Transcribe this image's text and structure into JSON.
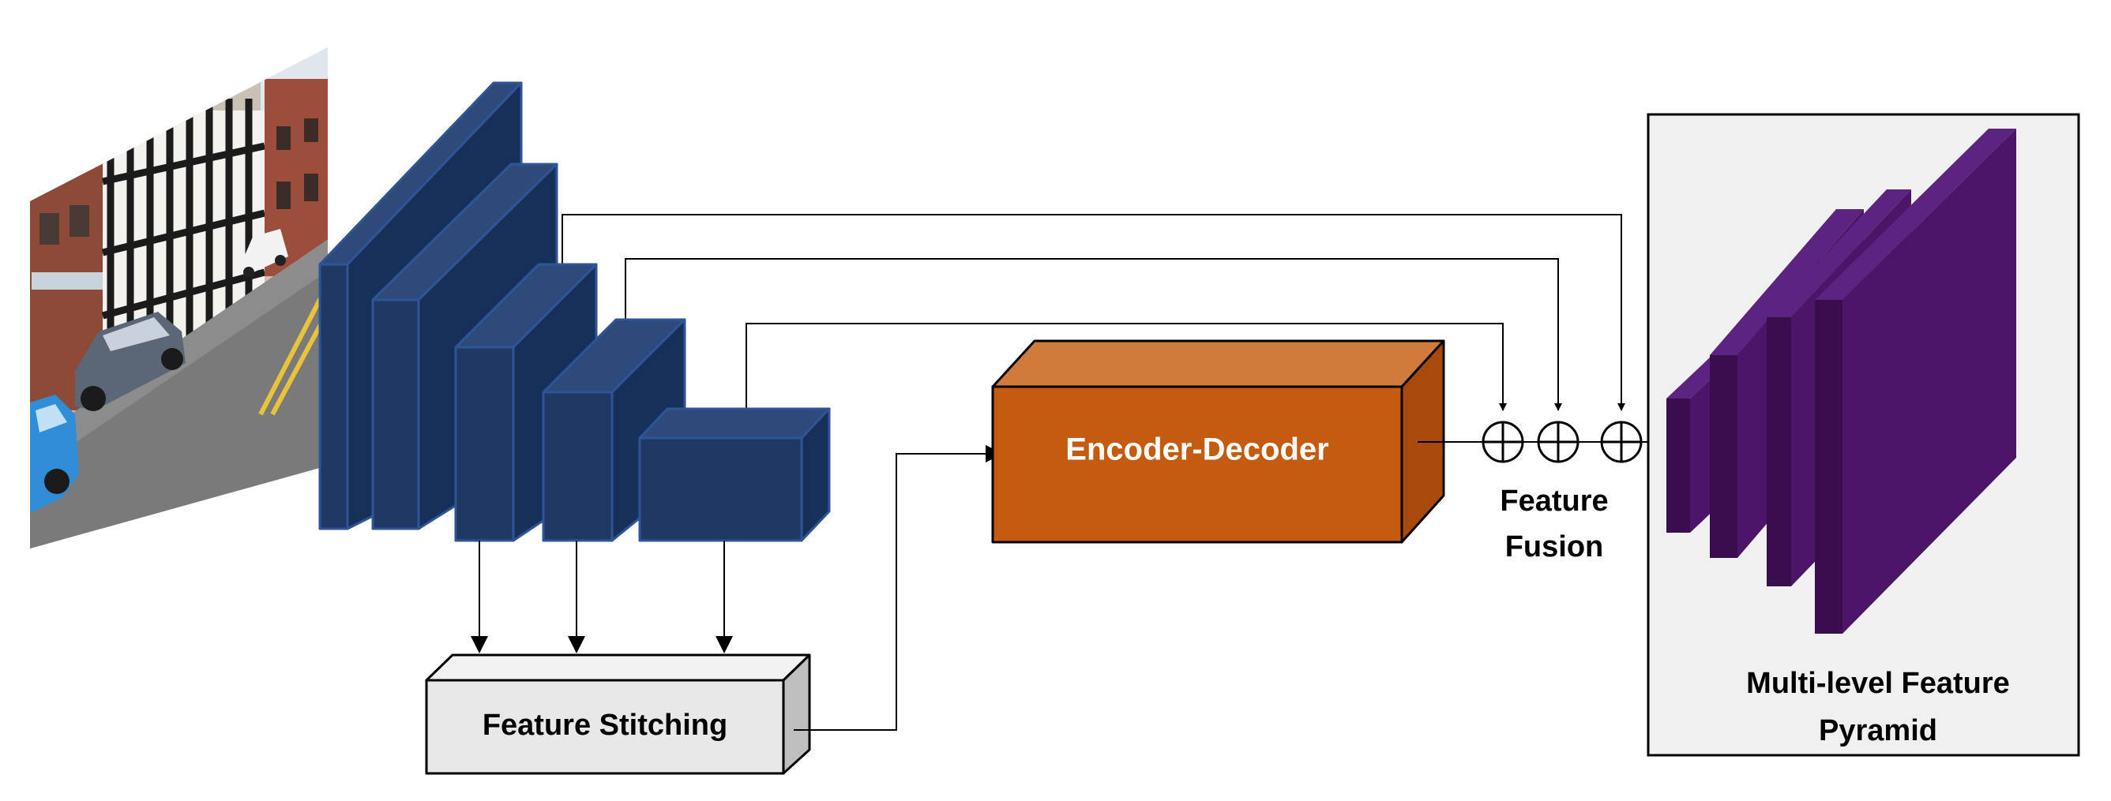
{
  "labels": {
    "encoder_decoder": "Encoder-Decoder",
    "feature_stitching": "Feature Stitching",
    "feature_fusion_line1": "Feature",
    "feature_fusion_line2": "Fusion",
    "pyramid_line1": "Multi-level Feature",
    "pyramid_line2": "Pyramid"
  },
  "colors": {
    "backbone_front": "#1f3864",
    "backbone_top": "#2e4a7a",
    "backbone_side": "#17305a",
    "backbone_edge": "#2f5597",
    "encoder_front": "#c55a11",
    "encoder_top": "#d07a3c",
    "encoder_side": "#a84a0c",
    "stitch_front": "#e8e8e8",
    "stitch_top": "#f2f2f2",
    "stitch_side": "#bfbfbf",
    "pyramid_front": "#3a0e4e",
    "pyramid_side": "#4c1568",
    "pyramid_top": "#5c2480",
    "pyramid_panel": "#f0f0f0"
  },
  "icons": {
    "input_image": "street-photo",
    "fusion_operator": "circled-plus"
  }
}
